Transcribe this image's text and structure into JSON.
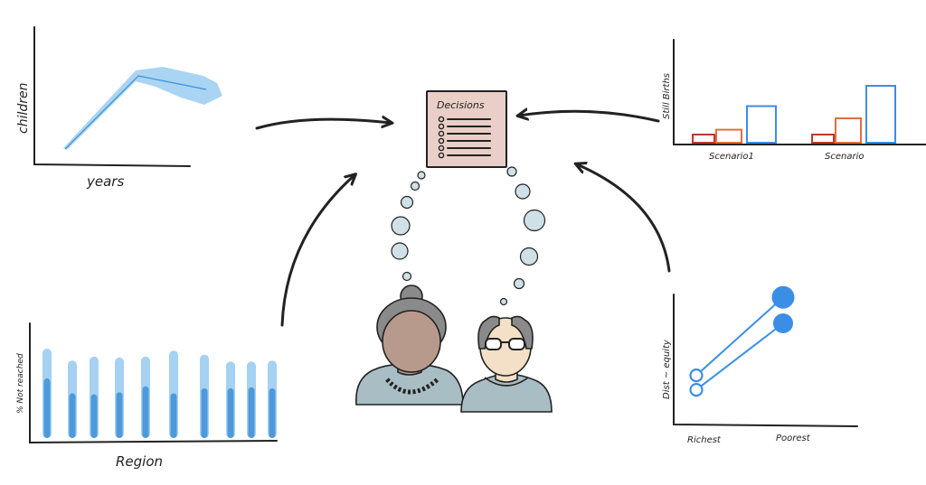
{
  "colors": {
    "ink": "#222222",
    "light_blue": "#8ec6ef",
    "mid_blue": "#3d8fd6",
    "bright_blue": "#3b8ee6",
    "red": "#c0392b",
    "orange": "#e0703a",
    "paper": "#e9cfc7",
    "bubble": "#cfe0e6",
    "grandma_skin": "#b79a8c",
    "grandma_hair": "#8a8a8a",
    "grandpa_skin": "#f3e0c6",
    "shirt": "#a9bdc4"
  },
  "decisions": {
    "title": "Decisions",
    "line_count": 6
  },
  "top_left_chart": {
    "ylabel": "children",
    "xlabel": "years"
  },
  "top_right_chart": {
    "ylabel": "Still Births",
    "categories": [
      "Scenario1",
      "Scenario"
    ]
  },
  "bottom_left_chart": {
    "ylabel": "% Not reached",
    "xlabel": "Region",
    "bar_count": 10
  },
  "bottom_right_chart": {
    "ylabel": "Dist ~ equity",
    "categories": [
      "Richest",
      "Poorest"
    ]
  },
  "chart_data": [
    {
      "type": "area",
      "title": "",
      "xlabel": "years",
      "ylabel": "children"
    },
    {
      "type": "bar",
      "title": "",
      "xlabel": "",
      "ylabel": "Still Births",
      "categories": [
        "Scenario1",
        "Scenario"
      ],
      "series": [
        {
          "values": [
            1,
            1
          ]
        },
        {
          "values": [
            1.6,
            3
          ]
        },
        {
          "values": [
            4.5,
            7
          ]
        }
      ]
    },
    {
      "type": "bar",
      "title": "",
      "xlabel": "Region",
      "ylabel": "% Not reached",
      "categories": [
        "",
        "",
        "",
        "",
        "",
        "",
        "",
        "",
        "",
        ""
      ],
      "series": [
        {
          "values": [
            90,
            78,
            82,
            81,
            82,
            88,
            84,
            77,
            77,
            78
          ]
        },
        {
          "values": [
            60,
            45,
            44,
            46,
            52,
            45,
            50,
            50,
            51,
            50
          ]
        }
      ]
    },
    {
      "type": "line",
      "title": "",
      "xlabel": "",
      "ylabel": "Dist ~ equity",
      "categories": [
        "Richest",
        "Poorest"
      ],
      "series": [
        {
          "values": [
            1.2,
            3.9
          ]
        },
        {
          "values": [
            0.7,
            3.0
          ]
        }
      ]
    }
  ]
}
